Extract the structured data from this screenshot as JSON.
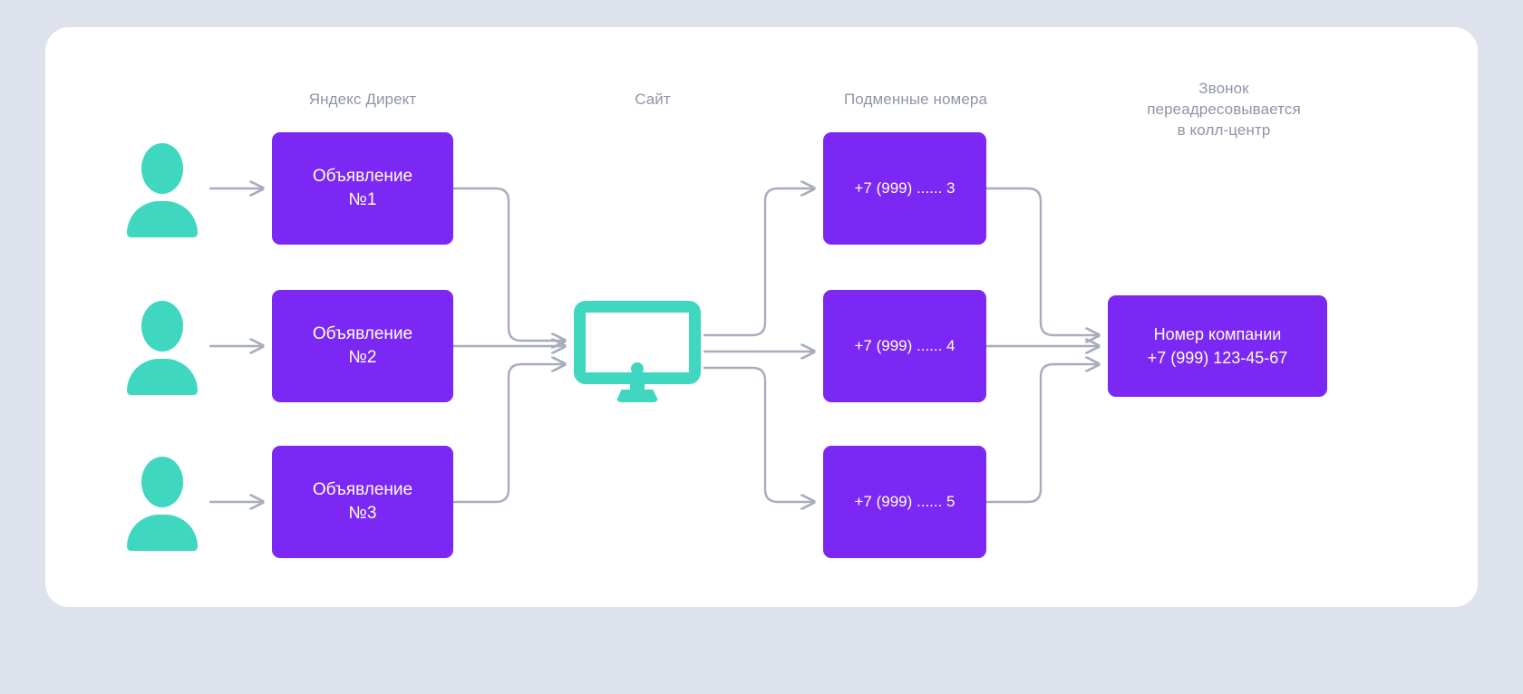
{
  "theme": {
    "background": "#dde2ec",
    "card_background": "#ffffff",
    "accent_purple": "#7c28f5",
    "accent_teal": "#3fd7c0",
    "connector_grey": "#a7adbb",
    "header_text": "#8e95a6"
  },
  "headers": {
    "direct": "Яндекс Директ",
    "site": "Сайт",
    "numbers": "Подменные номера",
    "call": "Звонок\nпереадресовывается\nв колл-центр"
  },
  "ads": [
    {
      "label": "Объявление\n№1"
    },
    {
      "label": "Объявление\n№2"
    },
    {
      "label": "Объявление\n№3"
    }
  ],
  "numbers": [
    {
      "label": "+7 (999) ...... 3"
    },
    {
      "label": "+7 (999) ...... 4"
    },
    {
      "label": "+7 (999) ...... 5"
    }
  ],
  "company": {
    "label": "Номер компании\n+7 (999) 123-45-67"
  },
  "icons": {
    "person": "person-icon",
    "monitor": "monitor-icon"
  },
  "diagram_data": {
    "type": "flow",
    "stages": [
      "Яндекс Директ",
      "Сайт",
      "Подменные номера",
      "Звонок переадресовывается в колл-центр"
    ],
    "flows": [
      {
        "from": "person-1",
        "to": "Объявление №1"
      },
      {
        "from": "person-2",
        "to": "Объявление №2"
      },
      {
        "from": "person-3",
        "to": "Объявление №3"
      },
      {
        "from": "Объявление №1",
        "to": "Сайт"
      },
      {
        "from": "Объявление №2",
        "to": "Сайт"
      },
      {
        "from": "Объявление №3",
        "to": "Сайт"
      },
      {
        "from": "Сайт",
        "to": "+7 (999) ...... 3"
      },
      {
        "from": "Сайт",
        "to": "+7 (999) ...... 4"
      },
      {
        "from": "Сайт",
        "to": "+7 (999) ...... 5"
      },
      {
        "from": "+7 (999) ...... 3",
        "to": "Номер компании"
      },
      {
        "from": "+7 (999) ...... 4",
        "to": "Номер компании"
      },
      {
        "from": "+7 (999) ...... 5",
        "to": "Номер компании"
      }
    ]
  }
}
